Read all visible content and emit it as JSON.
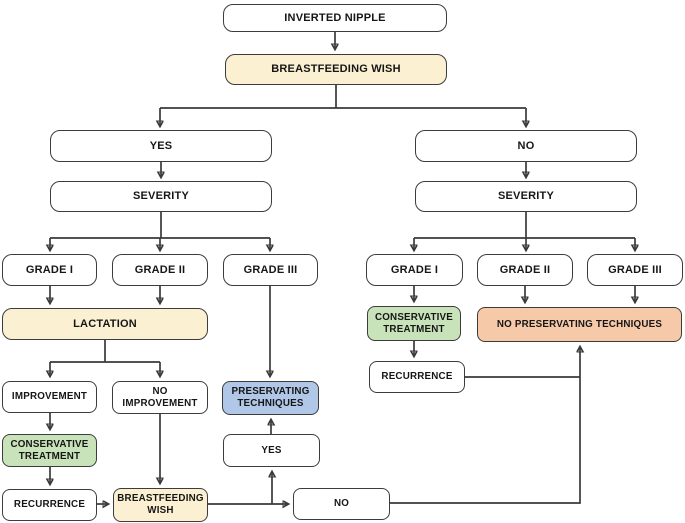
{
  "diagram": {
    "title": "Inverted nipple management flowchart",
    "nodes": {
      "inverted_nipple": {
        "label": "INVERTED NIPPLE"
      },
      "breastfeeding_wish_top": {
        "label": "BREASTFEEDING WISH"
      },
      "yes_branch": {
        "label": "YES"
      },
      "no_branch": {
        "label": "NO"
      },
      "severity_left": {
        "label": "SEVERITY"
      },
      "severity_right": {
        "label": "SEVERITY"
      },
      "grade1_left": {
        "label": "GRADE I"
      },
      "grade2_left": {
        "label": "GRADE II"
      },
      "grade3_left": {
        "label": "GRADE III"
      },
      "grade1_right": {
        "label": "GRADE I"
      },
      "grade2_right": {
        "label": "GRADE II"
      },
      "grade3_right": {
        "label": "GRADE III"
      },
      "lactation": {
        "label": "LACTATION"
      },
      "improvement": {
        "label": "IMPROVEMENT"
      },
      "no_improvement": {
        "label": "NO IMPROVEMENT"
      },
      "conservative_left": {
        "label": "CONSERVATIVE TREATMENT"
      },
      "recurrence_left": {
        "label": "RECURRENCE"
      },
      "breastfeeding_wish_bottom": {
        "label": "BREASTFEEDING WISH"
      },
      "preservating_techniques": {
        "label": "PRESERVATING TECHNIQUES"
      },
      "yes_small": {
        "label": "YES"
      },
      "no_small": {
        "label": "NO"
      },
      "conservative_right": {
        "label": "CONSERVATIVE TREATMENT"
      },
      "recurrence_right": {
        "label": "RECURRENCE"
      },
      "no_preservating": {
        "label": "NO PRESERVATING TECHNIQUES"
      }
    },
    "colors": {
      "cream": "#fbf0d2",
      "green": "#c8e3ba",
      "blue": "#b1c7e8",
      "orange": "#f6c9a8",
      "line": "#3a3a3a",
      "border": "#3c3c3c",
      "text": "#161616"
    }
  }
}
